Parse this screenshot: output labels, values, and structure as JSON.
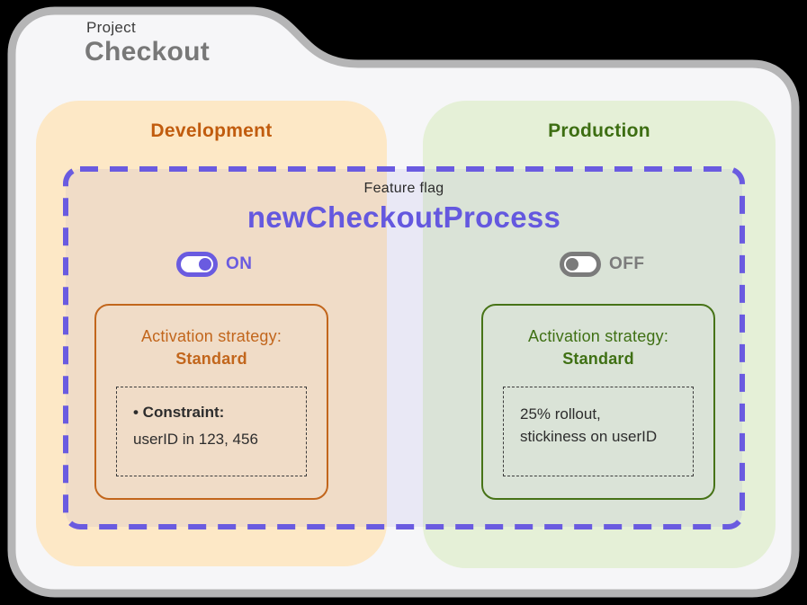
{
  "project": {
    "label": "Project",
    "name": "Checkout"
  },
  "feature_flag": {
    "label": "Feature flag",
    "name": "newCheckoutProcess"
  },
  "environments": {
    "development": {
      "title": "Development",
      "toggle": {
        "state": "on",
        "label": "ON"
      },
      "strategy": {
        "label": "Activation strategy:",
        "name": "Standard"
      },
      "detail": {
        "line1": "• Constraint:",
        "line2": "userID in 123, 456"
      }
    },
    "production": {
      "title": "Production",
      "toggle": {
        "state": "off",
        "label": "OFF"
      },
      "strategy": {
        "label": "Activation strategy:",
        "name": "Standard"
      },
      "detail": {
        "line1": "25% rollout,",
        "line2": "stickiness on userID"
      }
    }
  },
  "colors": {
    "accent_purple": "#6a5be0",
    "flag_name_purple": "#6458df",
    "dev_accent": "#c15c0e",
    "dev_strategy_border": "#c2661c",
    "prod_accent": "#3d6e12",
    "prod_strategy_border": "#477317",
    "toggle_off_gray": "#7b7b7b",
    "dev_panel_bg": "#fde8c6",
    "prod_panel_bg": "#e5f0d7",
    "folder_bg": "#f6f6f8",
    "folder_border": "#b5b5b6",
    "detail_text": "#2d2d2d"
  }
}
